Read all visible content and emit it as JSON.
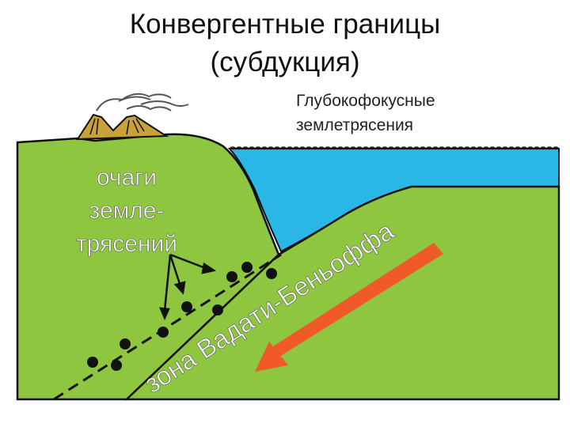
{
  "title": {
    "line1": "Конвергентные границы",
    "line2": "(субдукция)"
  },
  "annotation": {
    "line1": "Глубокофокусные",
    "line2": "землетрясения"
  },
  "label_foci": {
    "line1": "очаги",
    "line2": "земле-",
    "line3": "трясений"
  },
  "label_zone": "зона Вадати-Беньоффа",
  "colors": {
    "land": "#8ec63f",
    "water": "#2ab7e5",
    "arrow": "#f05a28",
    "dots": "#111111",
    "label_text": "#ffffff"
  }
}
